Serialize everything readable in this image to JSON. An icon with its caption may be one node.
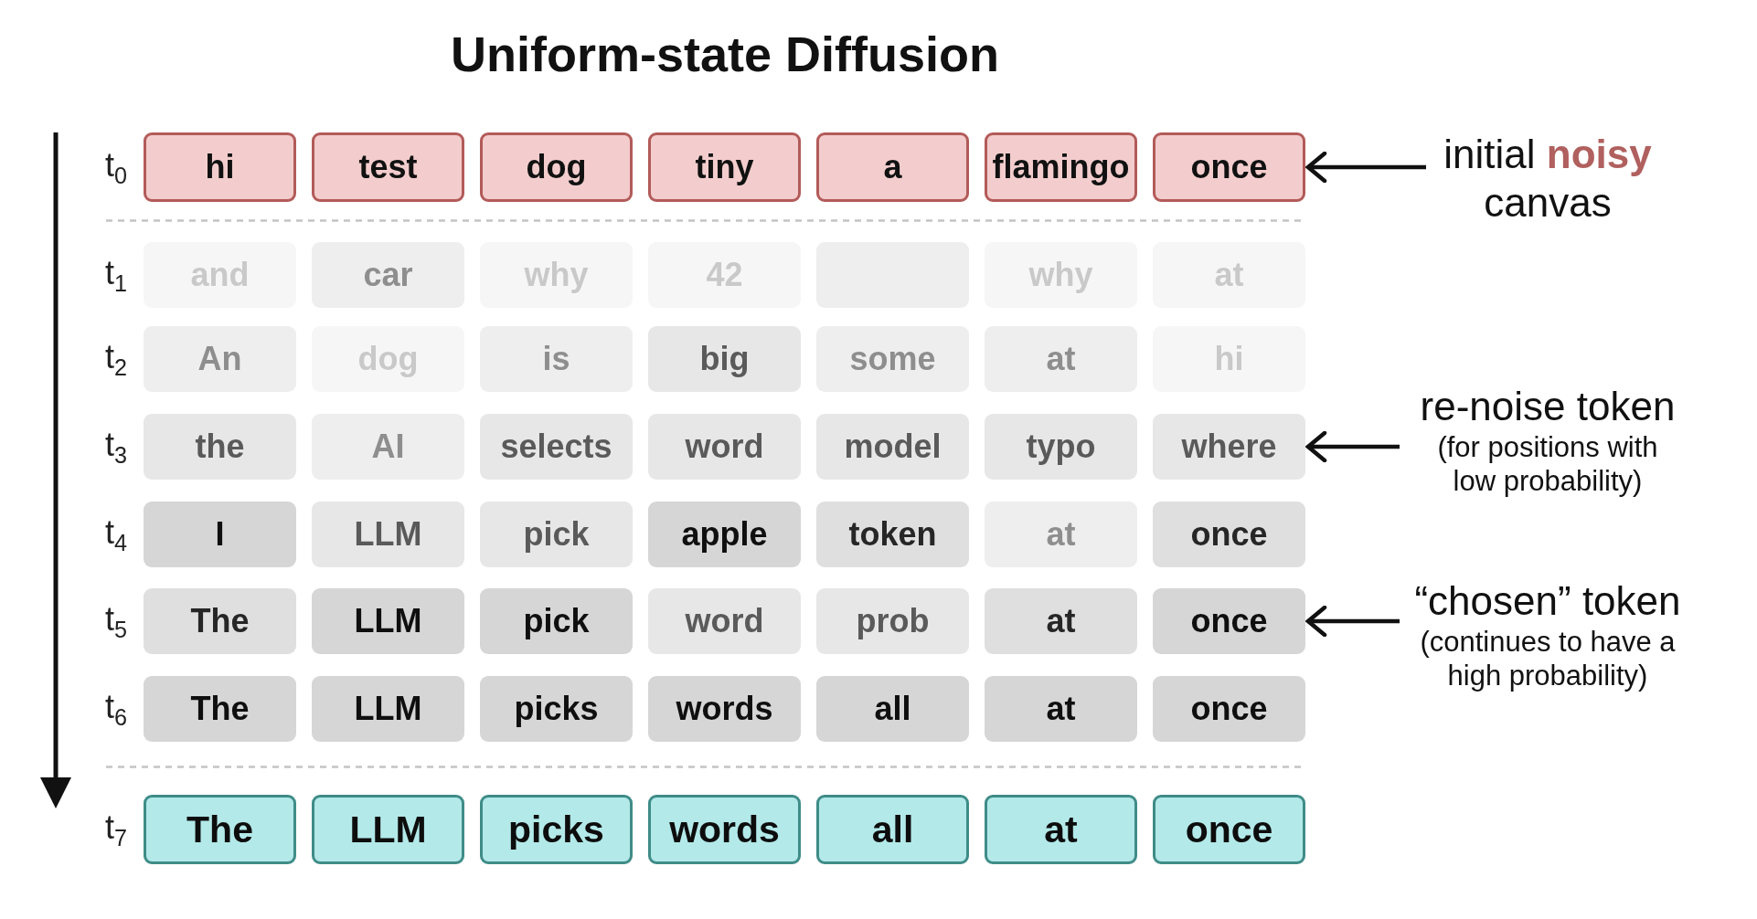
{
  "diagram": {
    "title": "Uniform-state Diffusion",
    "nodes": [
      {
        "text": [
          "hi"
        ]
      },
      {
        "text": [
          "test"
        ]
      },
      {
        "text": [
          "dog"
        ]
      },
      {
        "text": [
          "tiny"
        ]
      },
      {
        "text": [
          "a"
        ]
      },
      {
        "text": [
          "flamingo"
        ]
      },
      {
        "text": [
          "once"
        ]
      },
      {
        "text": [
          "initial **noisy** canvas"
        ]
      },
      {
        "text": [
          "and"
        ]
      },
      {
        "text": [
          "car"
        ]
      },
      {
        "text": [
          "why"
        ]
      },
      {
        "text": [
          "42"
        ]
      },
      {
        "text": [],
        "shape": "box"
      },
      {
        "text": [
          "why"
        ]
      },
      {
        "text": [
          "at"
        ]
      },
      {
        "text": [
          "An"
        ]
      },
      {
        "text": [
          "dog"
        ]
      },
      {
        "text": [
          "is"
        ]
      },
      {
        "text": [
          "big"
        ]
      },
      {
        "text": [
          "some"
        ]
      },
      {
        "text": [
          "at"
        ]
      },
      {
        "text": [
          "hi"
        ]
      },
      {
        "text": [
          "the"
        ]
      },
      {
        "text": [
          "AI"
        ]
      },
      {
        "text": [
          "selects"
        ]
      },
      {
        "text": [
          "word"
        ]
      },
      {
        "text": [
          "model"
        ]
      },
      {
        "text": [
          "typo"
        ]
      },
      {
        "text": [
          "where"
        ]
      },
      {
        "text": [
          "re-noise token",
          "(for positions with low probability)"
        ]
      },
      {
        "text": [
          "I"
        ]
      },
      {
        "text": [
          "LLM"
        ]
      },
      {
        "text": [
          "pick"
        ]
      },
      {
        "text": [
          "apple"
        ]
      },
      {
        "text": [
          "token"
        ]
      },
      {
        "text": [
          "at"
        ]
      },
      {
        "text": [
          "once"
        ]
      },
      {
        "text": [
          "The"
        ]
      },
      {
        "text": [
          "LLM"
        ]
      },
      {
        "text": [
          "pick"
        ]
      },
      {
        "text": [
          "word"
        ]
      },
      {
        "text": [
          "prob"
        ]
      },
      {
        "text": [
          "at"
        ]
      },
      {
        "text": [
          "once"
        ]
      },
      {
        "text": [
          "“chosen” token",
          "(continues to have a high probability)"
        ]
      },
      {
        "text": [
          "The"
        ]
      },
      {
        "text": [
          "LLM"
        ]
      },
      {
        "text": [
          "picks"
        ]
      },
      {
        "text": [
          "words"
        ]
      },
      {
        "text": [
          "all"
        ]
      },
      {
        "text": [
          "at"
        ]
      },
      {
        "text": [
          "once"
        ]
      },
      {
        "text": [
          "The"
        ]
      },
      {
        "text": [
          "LLM"
        ]
      },
      {
        "text": [
          "picks"
        ]
      },
      {
        "text": [
          "words"
        ]
      },
      {
        "text": [
          "all"
        ]
      },
      {
        "text": [
          "at"
        ]
      },
      {
        "text": [
          "once"
        ]
      }
    ],
    "edges": [
      {
        "from": 7,
        "to": 6,
        "arrow": "to"
      },
      {
        "from": 29,
        "to": 28,
        "arrow": "to"
      },
      {
        "from": 44,
        "to": 43,
        "arrow": "to"
      }
    ],
    "labels": [
      "t$_{0}$",
      "t$_{1}$",
      "t$_{2}$",
      "t$_{3}$",
      "t$_{4}$",
      "t$_{5}$",
      "t$_{6}$",
      "t$_{7}$"
    ]
  }
}
